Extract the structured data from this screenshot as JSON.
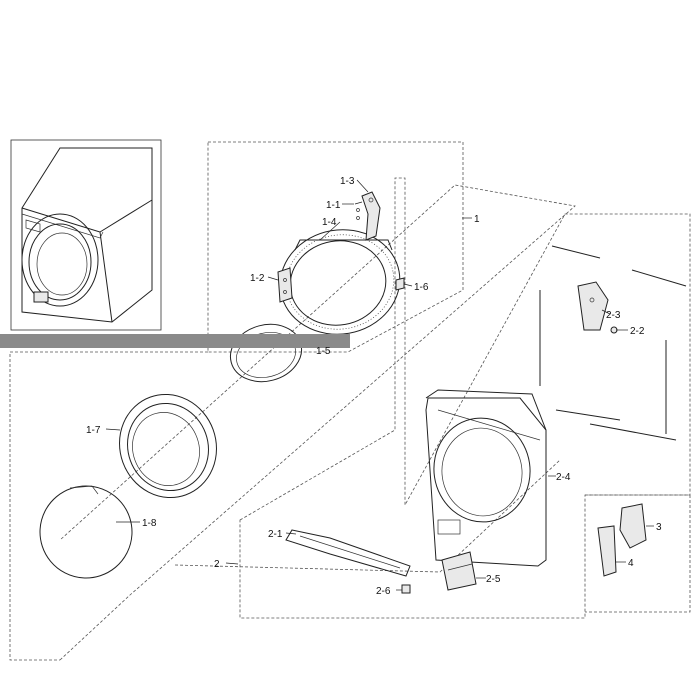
{
  "callouts": {
    "c1": "1",
    "c1_1": "1-1",
    "c1_2": "1-2",
    "c1_3": "1-3",
    "c1_4": "1-4",
    "c1_5": "1-5",
    "c1_6": "1-6",
    "c1_7": "1-7",
    "c1_8": "1-8",
    "c2": "2",
    "c2_1": "2-1",
    "c2_2": "2-2",
    "c2_3": "2-3",
    "c2_4": "2-4",
    "c2_5": "2-5",
    "c2_6": "2-6",
    "c3": "3",
    "c4": "4"
  },
  "colors": {
    "line": "#222222",
    "dashed_frame": "#555555",
    "banner": "#8a8a8a",
    "background": "#ffffff"
  }
}
